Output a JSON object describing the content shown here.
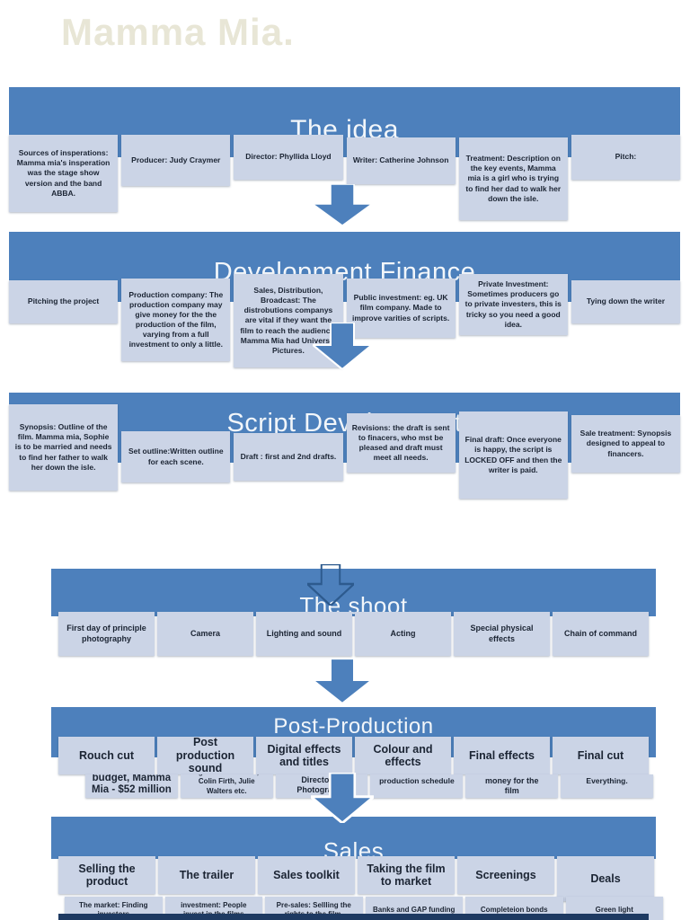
{
  "page_title": "Mamma Mia.",
  "colors": {
    "banner": "#4d80bc",
    "box": "#cbd4e6",
    "ink": "#1b2433",
    "cream": "#e8e6d6",
    "navy": "#1e3a62",
    "arrow_line": "#2d5a8e"
  },
  "sections": [
    {
      "title": "The idea",
      "boxes": [
        "Sources of insperations: Mamma mia's insperation was the stage show version and the band ABBA.",
        "Producer:  Judy Craymer",
        "Director: Phyllida Lloyd",
        "Writer: Catherine Johnson",
        "Treatment: Description on the key events, Mamma mia is a girl who is trying to find her dad to walk her down the isle.",
        "Pitch:"
      ]
    },
    {
      "title": "Development Finance",
      "boxes": [
        "Pitching the project",
        "Production company: The production company may give money for the the production of the film, varying from a full investment to only a little.",
        "Sales, Distribution, Broadcast:  The distrobutions companys are vital if they want the film to reach the audience, Mamma Mia had Universal Pictures.",
        "Public investment: eg. UK film company. Made to improve varities of scripts.",
        "Private Investment: Sometimes producers go to private investers, this is tricky so you need a good idea.",
        "Tying down the writer"
      ]
    },
    {
      "title": "Script Development",
      "boxes": [
        "Synopsis: Outline of the film. Mamma mia, Sophie is to be married and needs to find her father to walk her down the isle.",
        "Set outline:Written outline for each scene.",
        "Draft : first and 2nd drafts.",
        "Revisions: the draft is sent to finacers, who mst be pleased and draft must meet all needs.",
        "Final draft: Once everyone is happy, the script is LOCKED OFF and then the writer is paid.",
        "Sale treatment: Synopsis designed to appeal to financers."
      ]
    },
    {
      "title": "The shoot",
      "boxes": [
        "First day of principle photography",
        "Camera",
        "Lighting and sound",
        "Acting",
        "Special physical effects",
        "Chain of command"
      ]
    },
    {
      "title": "Post-Production",
      "boxes": [
        "Rouch cut",
        "Post production sound",
        "Digital effects and titles",
        "Colour and effects",
        "Final effects",
        "Final cut"
      ],
      "sub_boxes": [
        "budget, Mamma Mia - $52 million",
        "eg. Piece Brosnan, Colin Firth, Julie Walters etc.",
        "Director of Photography",
        "production schedule",
        "money for the\nfilm",
        "Everything."
      ]
    },
    {
      "title": "Sales",
      "boxes": [
        "Selling the product",
        "The trailer",
        "Sales toolkit",
        "Taking the film to market",
        "Screenings",
        "Deals"
      ],
      "sub_boxes": [
        "The market: Finding investors",
        "investment: People invest in the films",
        "Pre-sales: Sellling the rights to the film.",
        "Banks and GAP funding",
        "Completeion bonds",
        "Green light"
      ]
    }
  ]
}
